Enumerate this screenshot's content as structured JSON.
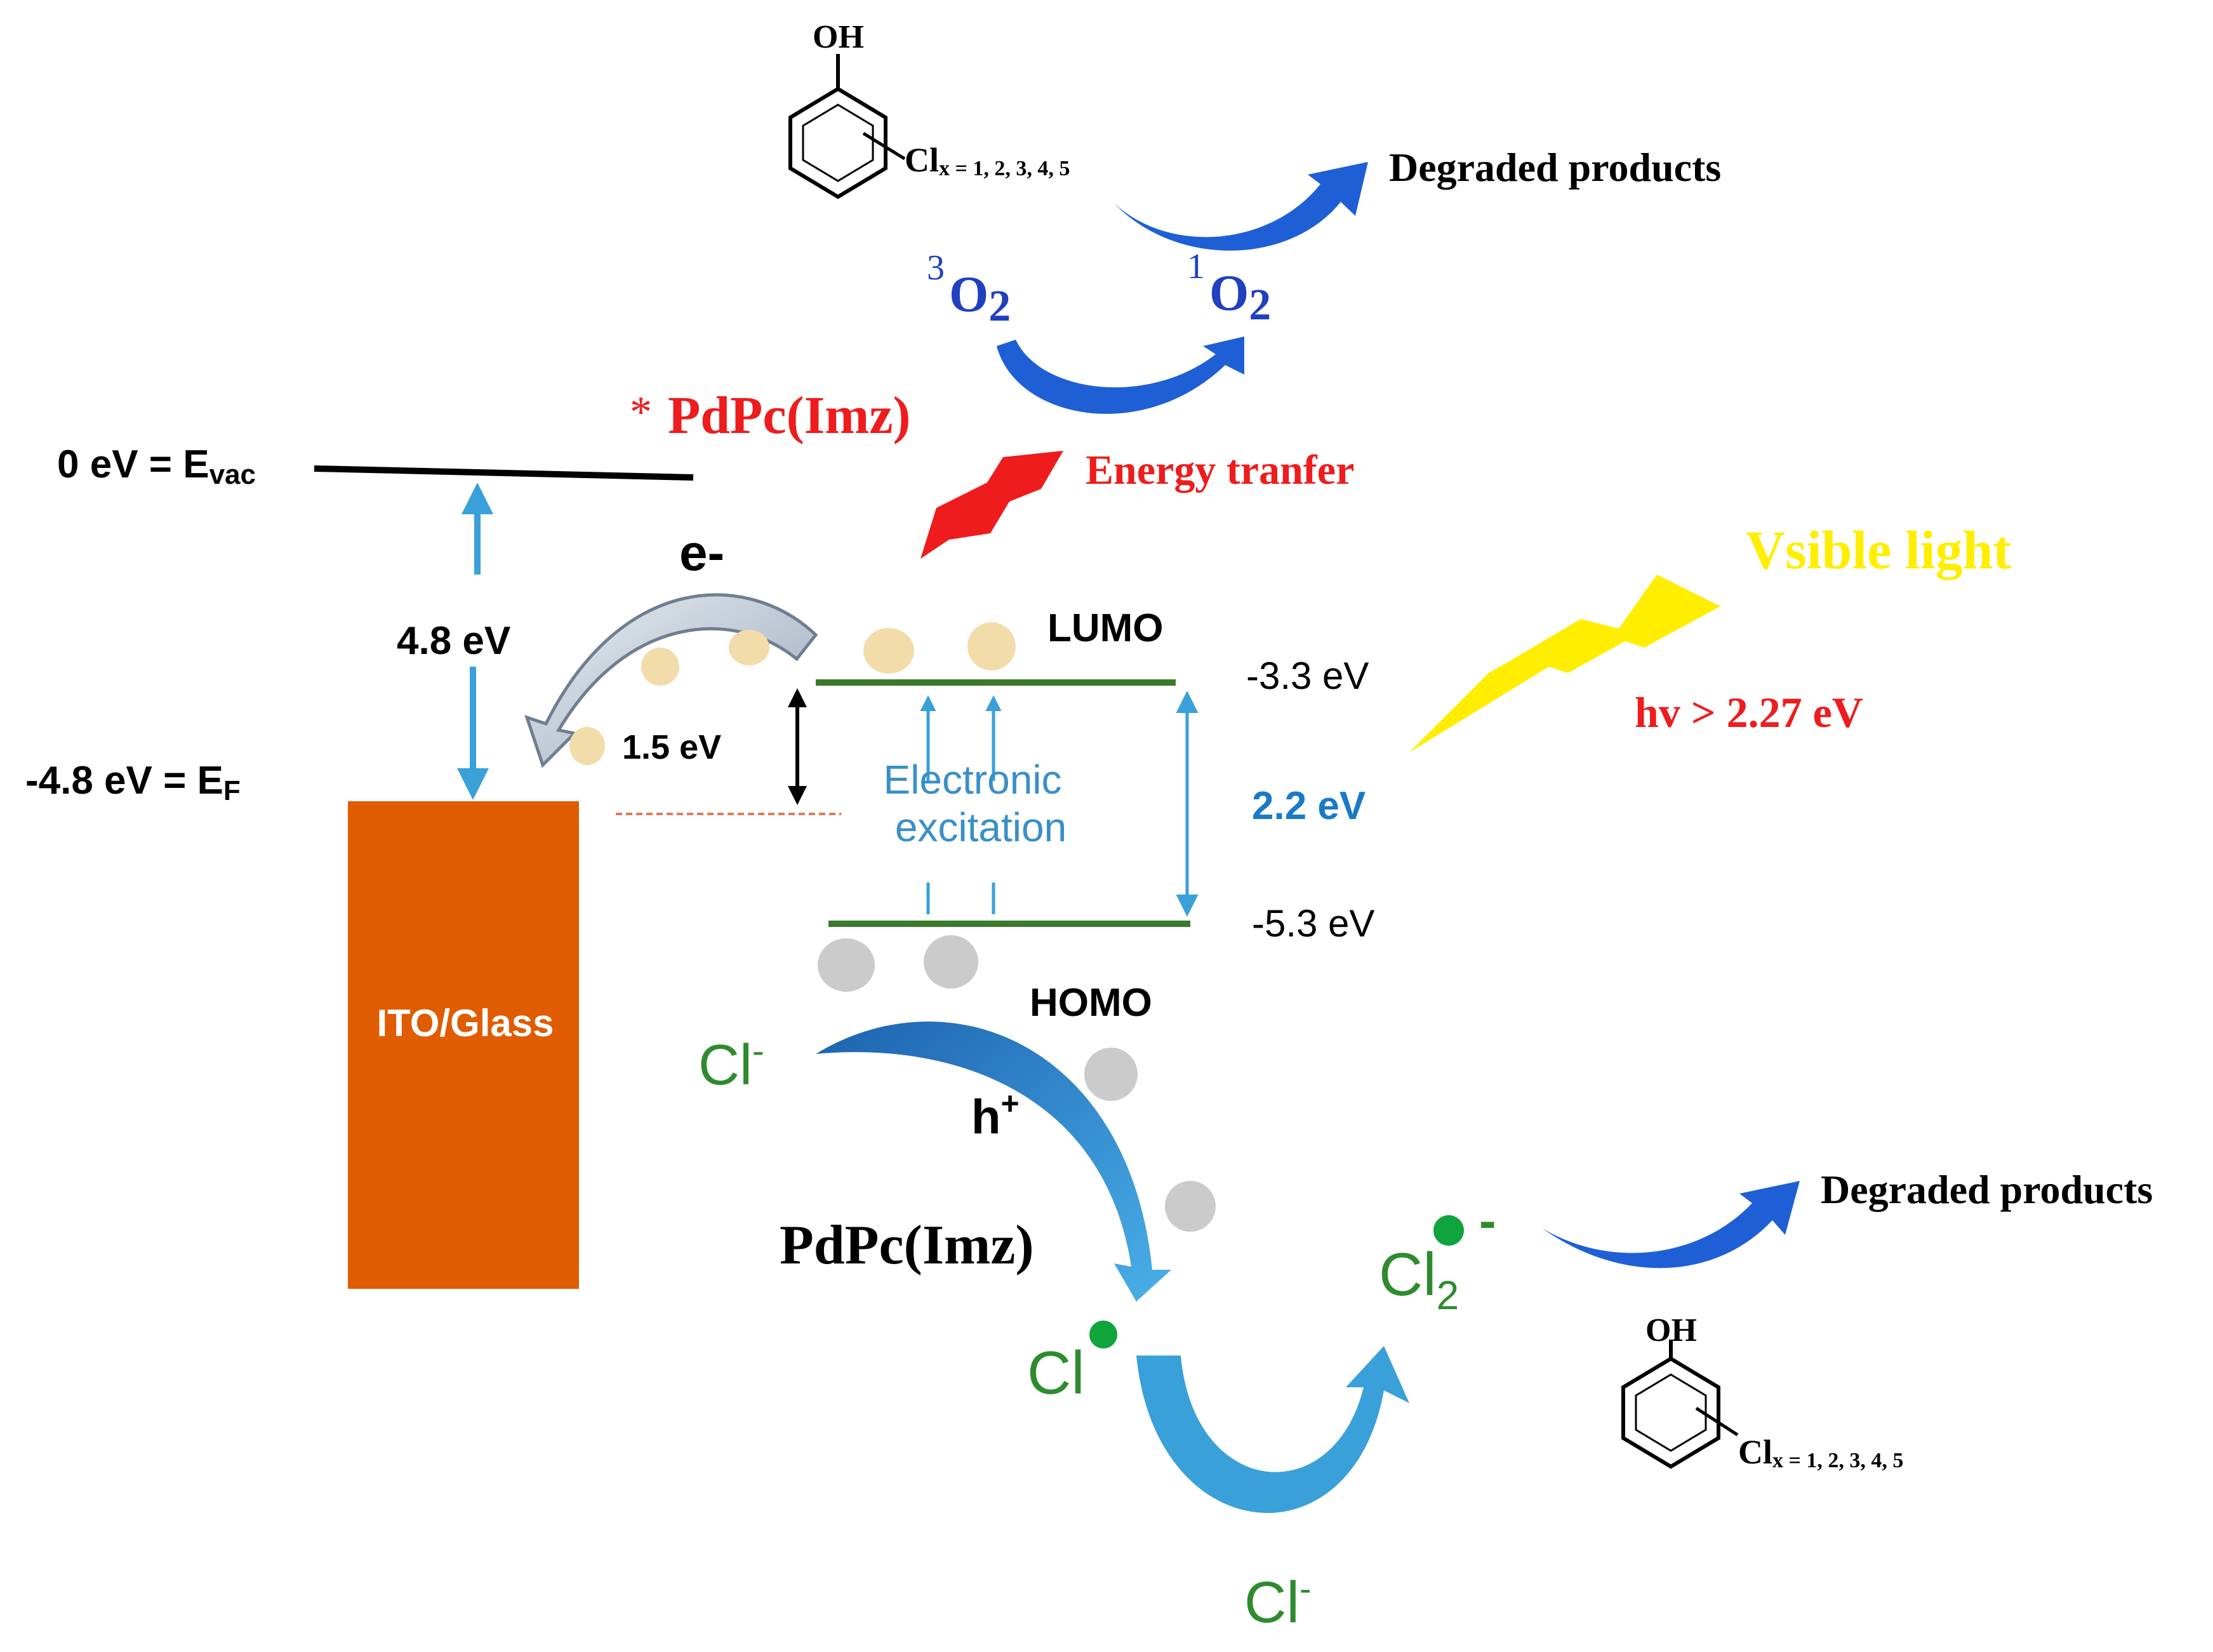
{
  "energy": {
    "vacuum_label": "0 eV = Evac",
    "vacuum_main": "0 eV = E",
    "vacuum_sub": "vac",
    "fermi_main": "-4.8 eV = E",
    "fermi_sub": "F",
    "work_function": "4.8 eV",
    "offset": "1.5 eV",
    "lumo_label": "LUMO",
    "homo_label": "HOMO",
    "lumo_energy": "-3.3 eV",
    "homo_energy": "-5.3 eV",
    "gap": "2.2 eV",
    "excitation_line1": "Electronic",
    "excitation_line2": "excitation"
  },
  "electrode": {
    "label": "ITO/Glass",
    "color": "#e05c00"
  },
  "molecule": {
    "excited_star": "*",
    "excited_name": "PdPc(Imz)",
    "ground_name": "PdPc(Imz)",
    "energy_transfer": "Energy tranfer"
  },
  "light": {
    "label": "Vsible light",
    "condition": "hv > 2.27 eV",
    "color": "#ffee00"
  },
  "oxygen": {
    "triplet_sup": "3",
    "triplet_main": "O",
    "triplet_sub": "2",
    "singlet_sup": "1",
    "singlet_main": "O",
    "singlet_sub": "2"
  },
  "carriers": {
    "electron": "e-",
    "hole_main": "h",
    "hole_sup": "+"
  },
  "chlorine": {
    "ion_main": "Cl",
    "ion_sup": "-",
    "radical": "Cl",
    "dimer_main": "Cl",
    "dimer_sub": "2",
    "dimer_charge": "-",
    "ion_bottom_main": "Cl",
    "ion_bottom_sup": "-"
  },
  "phenol": {
    "oh": "OH",
    "cl_main": "Cl",
    "cl_sub": "x = 1, 2, 3, 4, 5"
  },
  "products": {
    "top": "Degraded products",
    "bottom": "Degraded products"
  },
  "colors": {
    "black": "#000000",
    "level_green": "#3a7a2a",
    "arrow_blue": "#3aa0da",
    "deep_blue": "#1e5fd6",
    "red": "#ee1c1c",
    "chlorine_green": "#2e8b2e",
    "dot_tan": "#f2dcaa",
    "dot_grey": "#cbcbcb",
    "gap_blue": "#1a7ac8"
  }
}
